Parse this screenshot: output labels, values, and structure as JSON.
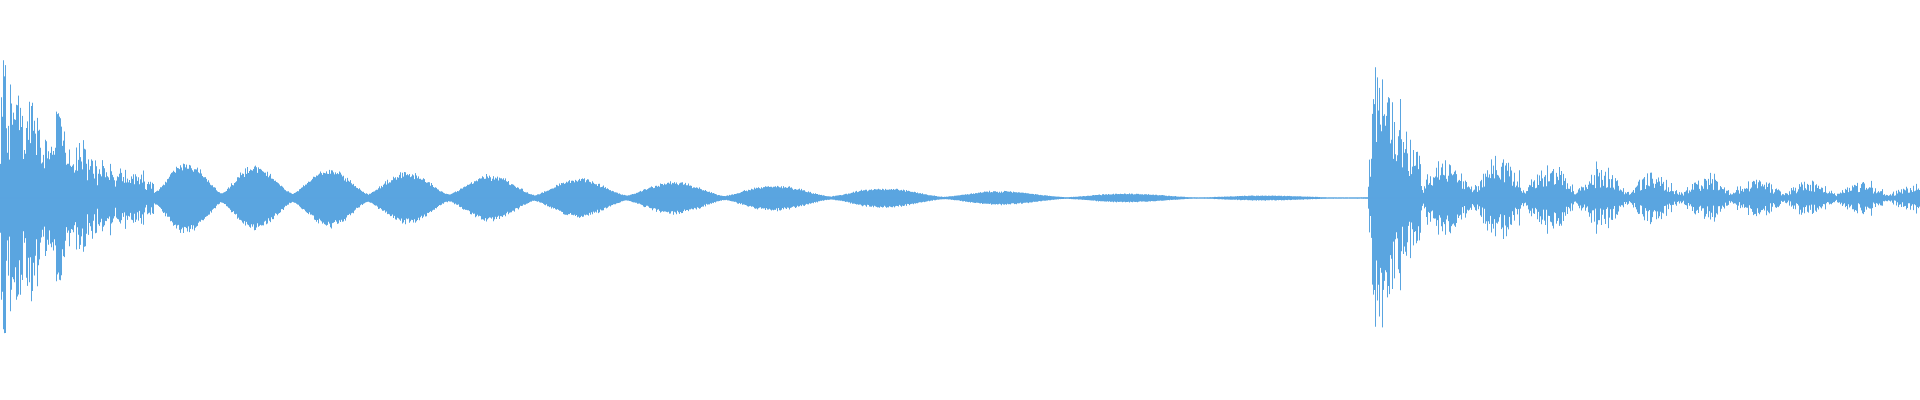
{
  "waveform": {
    "color": "#5aa5e0",
    "background": "#ffffff",
    "amplitude_profile": [
      {
        "t": 0.0,
        "amp": 0.6
      },
      {
        "t": 0.002,
        "amp": 0.95
      },
      {
        "t": 0.004,
        "amp": 0.7
      },
      {
        "t": 0.008,
        "amp": 0.8
      },
      {
        "t": 0.012,
        "amp": 0.55
      },
      {
        "t": 0.018,
        "amp": 0.65
      },
      {
        "t": 0.024,
        "amp": 0.5
      },
      {
        "t": 0.03,
        "amp": 0.6
      },
      {
        "t": 0.036,
        "amp": 0.35
      },
      {
        "t": 0.042,
        "amp": 0.38
      },
      {
        "t": 0.05,
        "amp": 0.22
      },
      {
        "t": 0.06,
        "amp": 0.18
      },
      {
        "t": 0.07,
        "amp": 0.16
      },
      {
        "t": 0.08,
        "amp": 0.1
      },
      {
        "t": 0.712,
        "amp": 0.02
      },
      {
        "t": 0.716,
        "amp": 0.9
      },
      {
        "t": 0.72,
        "amp": 0.95
      },
      {
        "t": 0.724,
        "amp": 0.7
      },
      {
        "t": 0.73,
        "amp": 0.45
      },
      {
        "t": 0.738,
        "amp": 0.3
      },
      {
        "t": 0.76,
        "amp": 0.22
      },
      {
        "t": 0.78,
        "amp": 0.3
      },
      {
        "t": 0.8,
        "amp": 0.24
      },
      {
        "t": 0.84,
        "amp": 0.18
      },
      {
        "t": 0.88,
        "amp": 0.14
      },
      {
        "t": 0.94,
        "amp": 0.12
      },
      {
        "t": 1.0,
        "amp": 0.08
      }
    ]
  }
}
